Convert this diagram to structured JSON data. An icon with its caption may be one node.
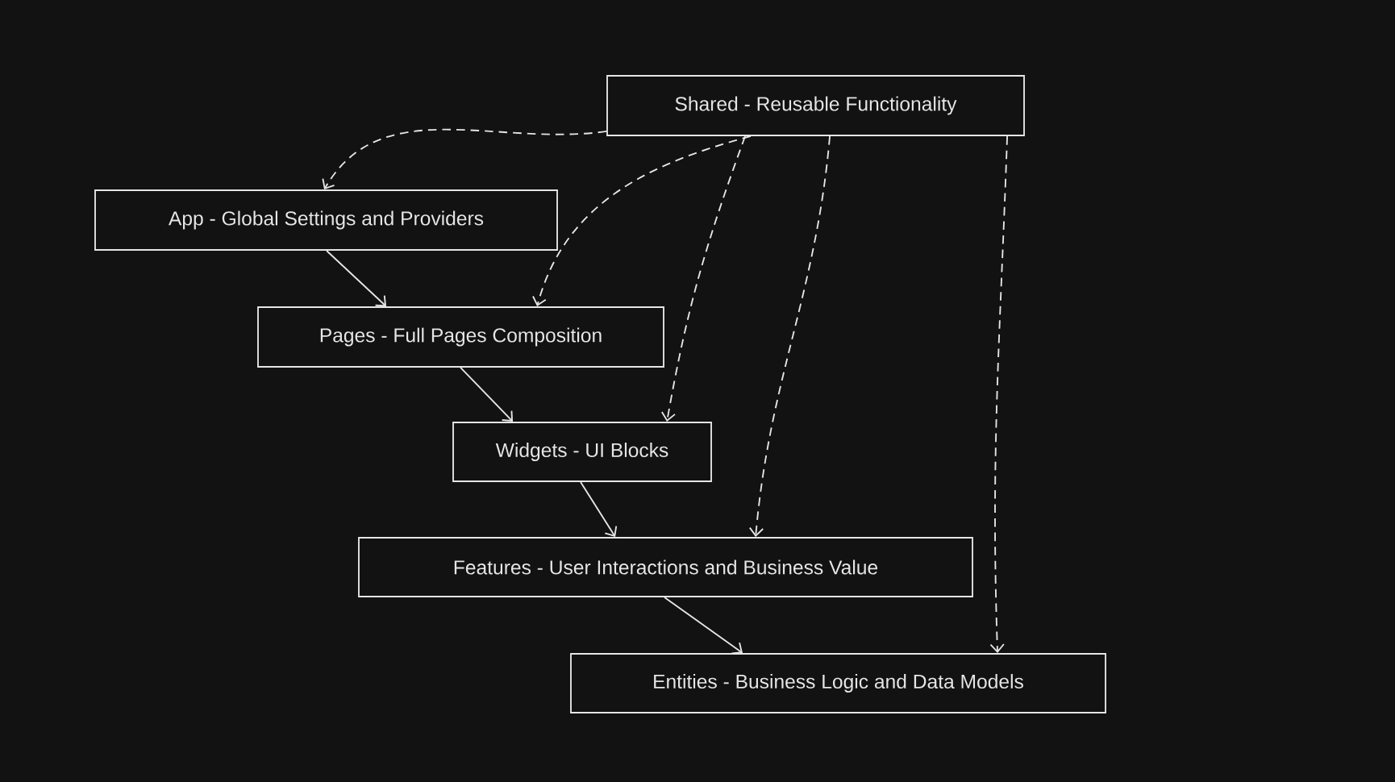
{
  "diagram": {
    "nodes": [
      {
        "text": [
          "Shared - Reusable Functionality"
        ]
      },
      {
        "text": [
          "App - Global Settings and Providers"
        ]
      },
      {
        "text": [
          "Pages - Full Pages Composition"
        ]
      },
      {
        "text": [
          "Widgets - UI Blocks"
        ]
      },
      {
        "text": [
          "Features - User Interactions and Business Value"
        ]
      },
      {
        "text": [
          "Entities - Business Logic and Data Models"
        ]
      }
    ],
    "edges": [
      {
        "from": 1,
        "to": 2,
        "arrow": "to"
      },
      {
        "from": 2,
        "to": 3,
        "arrow": "to"
      },
      {
        "from": 3,
        "to": 4,
        "arrow": "to"
      },
      {
        "from": 4,
        "to": 5,
        "arrow": "to"
      },
      {
        "from": 0,
        "to": 1,
        "arrow": "to",
        "style": "dashed"
      },
      {
        "from": 0,
        "to": 2,
        "arrow": "to",
        "style": "dashed"
      },
      {
        "from": 0,
        "to": 3,
        "arrow": "to",
        "style": "dashed"
      },
      {
        "from": 0,
        "to": 4,
        "arrow": "to",
        "style": "dashed"
      },
      {
        "from": 0,
        "to": 5,
        "arrow": "to",
        "style": "dashed"
      }
    ]
  }
}
